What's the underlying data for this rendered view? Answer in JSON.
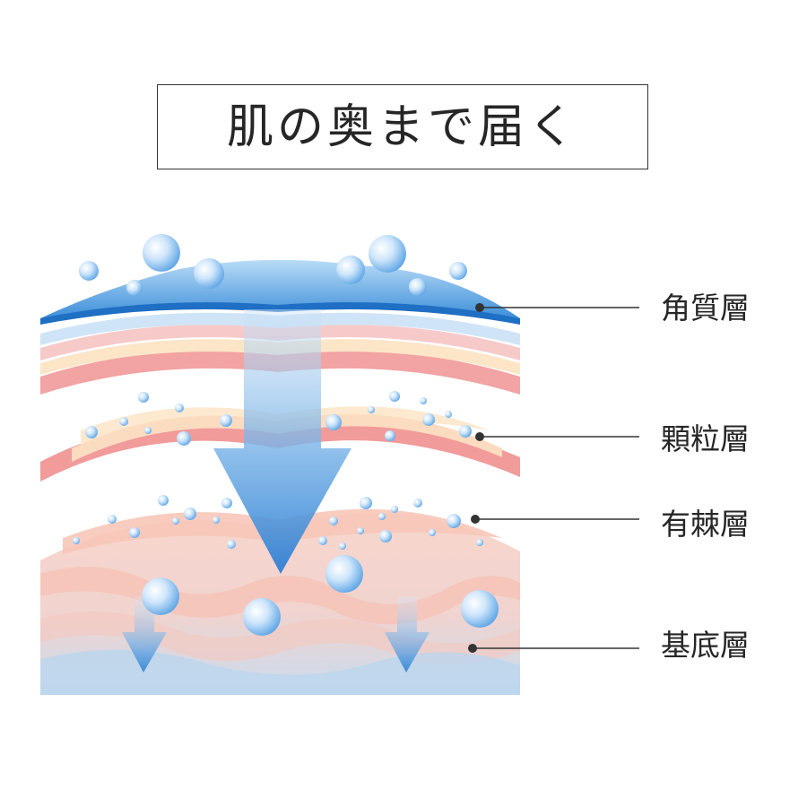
{
  "title": "肌の奥まで届く",
  "layers": [
    {
      "key": "stratum-corneum",
      "label": "角質層"
    },
    {
      "key": "stratum-granulosum",
      "label": "顆粒層"
    },
    {
      "key": "stratum-spinosum",
      "label": "有棘層"
    },
    {
      "key": "stratum-basale",
      "label": "基底層"
    }
  ],
  "colors": {
    "water_blue": "#3d8fd8",
    "arrow_blue": "#3a86d4",
    "pink_layer": "#ef9a9a",
    "cream_layer": "#fdebd0",
    "leader_line": "#333333"
  },
  "icons": [
    "water-drop-icon",
    "down-arrow-icon"
  ]
}
